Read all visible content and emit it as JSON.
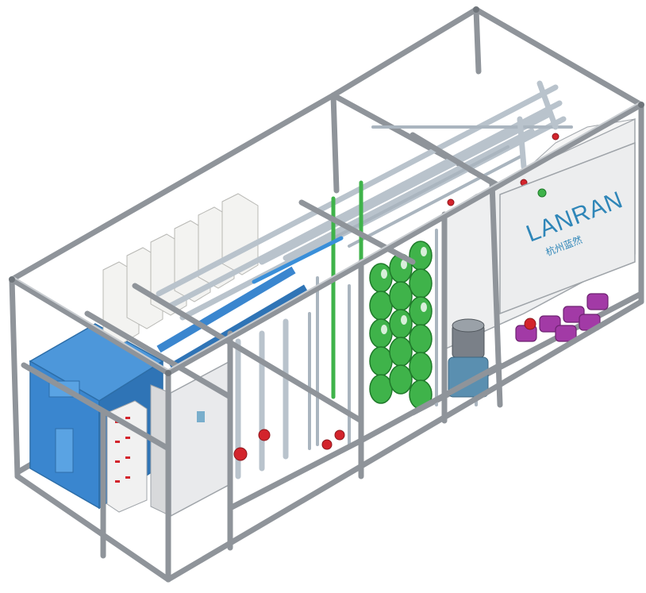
{
  "image": {
    "subject": "containerized-membrane-filtration-skid",
    "colors": {
      "frame": "#8f949a",
      "filter_press_blue": "#3a86cf",
      "membrane_green": "#3fb34a",
      "pump_purple": "#a23aa6",
      "valve_red": "#d3242c",
      "panel": "#e9eaec",
      "logo_blue": "#2f86b8"
    }
  },
  "control_cabinet": {
    "logo_text": "LANRAN",
    "logo_subtext": "杭州蓝然"
  }
}
